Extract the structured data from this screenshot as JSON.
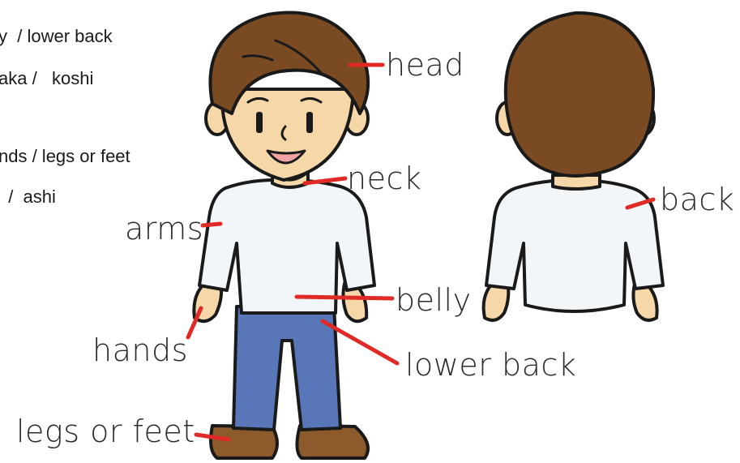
{
  "notes": [
    "y  / lower back",
    "aka /   koshi",
    "nds / legs or feet",
    "  /  ashi"
  ],
  "labels": {
    "head": "head",
    "neck": "neck",
    "arms": "arms",
    "belly": "belly",
    "hands": "hands",
    "lower_back": "lower back",
    "legs_or_feet": "legs or feet",
    "back": "back"
  },
  "colors": {
    "pointer": "#e02a26",
    "hair": "#7a4a22",
    "skin": "#f6d7a8",
    "shirt": "#f3f6f9",
    "pants": "#5876b8",
    "shoes": "#8c5a2b",
    "outline": "#1a1a1a"
  }
}
